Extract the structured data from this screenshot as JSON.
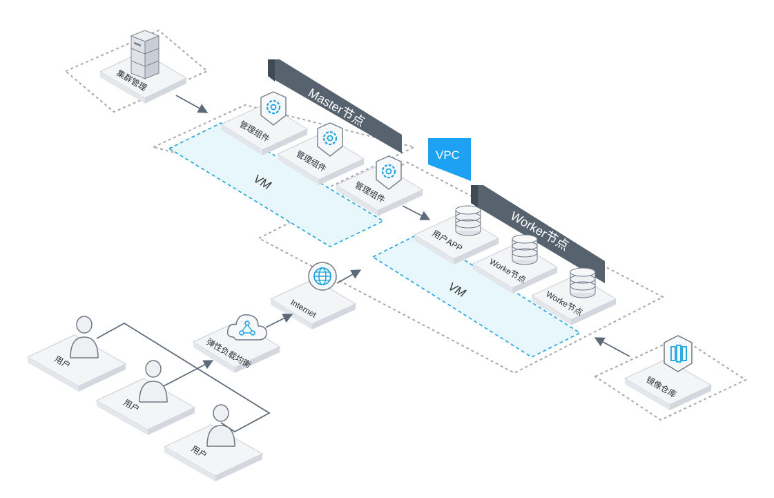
{
  "labels": {
    "cluster_mgmt": "集群管理",
    "master_banner": "Master节点",
    "worker_banner": "Worker节点",
    "vpc": "VPC",
    "mgmt_component_1": "管理组件",
    "mgmt_component_2": "管理组件",
    "mgmt_component_3": "管理组件",
    "vm_master": "VM",
    "vm_worker": "VM",
    "user_app": "用户APP",
    "worker_node_1": "Worke节点",
    "worker_node_2": "Worke节点",
    "internet": "Internet",
    "elb": "弹性负载均衡",
    "user_1": "用户",
    "user_2": "用户",
    "user_3": "用户",
    "image_repo": "镜像仓库"
  },
  "colors": {
    "banner": "#56636f",
    "vpc": "#1da1f2",
    "accent": "#1aa3df",
    "connector": "#5d6a7a"
  },
  "icons": [
    "server-rack-icon",
    "gear-shield-icon",
    "database-icon",
    "globe-icon",
    "cloud-network-icon",
    "user-icon",
    "image-repo-icon"
  ]
}
